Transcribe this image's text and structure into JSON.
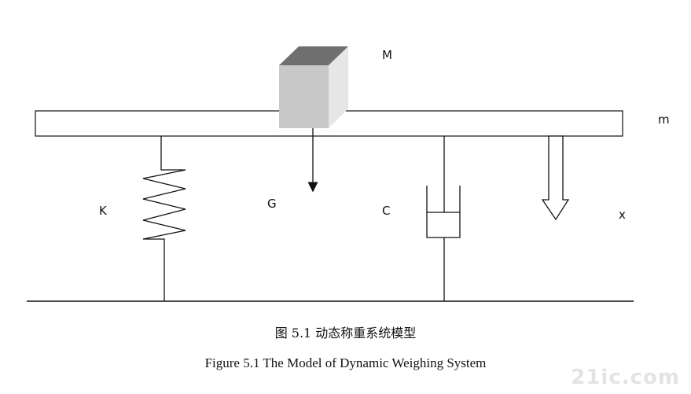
{
  "labels": {
    "mass_large": "M",
    "mass_platform": "m",
    "spring": "K",
    "gravity": "G",
    "damper": "C",
    "displacement": "x"
  },
  "caption": {
    "chinese": "图 5.1  动态称重系统模型",
    "english": "Figure 5.1 The Model of Dynamic Weighing System"
  },
  "watermark": "21ic.com",
  "colors": {
    "line": "#111111",
    "cube_front": "#c8c8c8",
    "cube_top": "#6f6f6f",
    "cube_side": "#e6e6e6"
  }
}
